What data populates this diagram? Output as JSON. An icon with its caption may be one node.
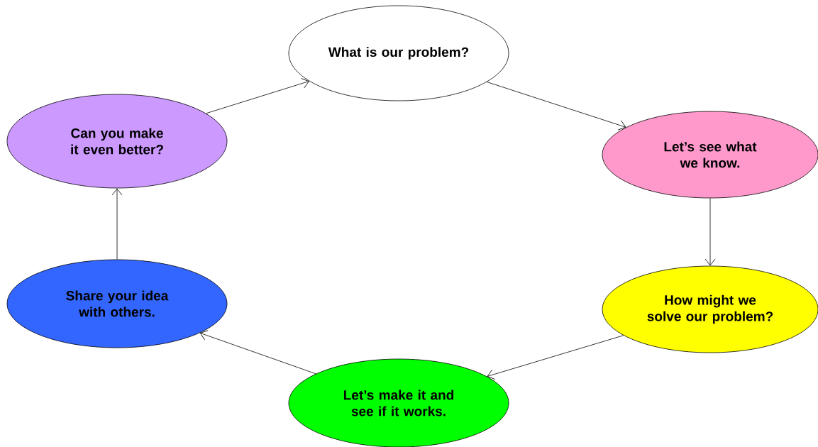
{
  "diagram": {
    "nodes": [
      {
        "text": [
          "What is our problem?"
        ]
      },
      {
        "text": [
          "Let’s see what we know."
        ]
      },
      {
        "text": [
          "How might we solve our problem?"
        ]
      },
      {
        "text": [
          "Let’s make it and see if it works."
        ]
      },
      {
        "text": [
          "Share your idea with others."
        ]
      },
      {
        "text": [
          "Can you make it even better?"
        ]
      }
    ],
    "edges": [
      {
        "from": 0,
        "to": 1,
        "arrow": "to"
      },
      {
        "from": 1,
        "to": 2,
        "arrow": "to"
      },
      {
        "from": 2,
        "to": 3,
        "arrow": "to"
      },
      {
        "from": 3,
        "to": 4,
        "arrow": "to"
      },
      {
        "from": 4,
        "to": 5,
        "arrow": "to"
      },
      {
        "from": 5,
        "to": 0,
        "arrow": "to"
      }
    ]
  }
}
